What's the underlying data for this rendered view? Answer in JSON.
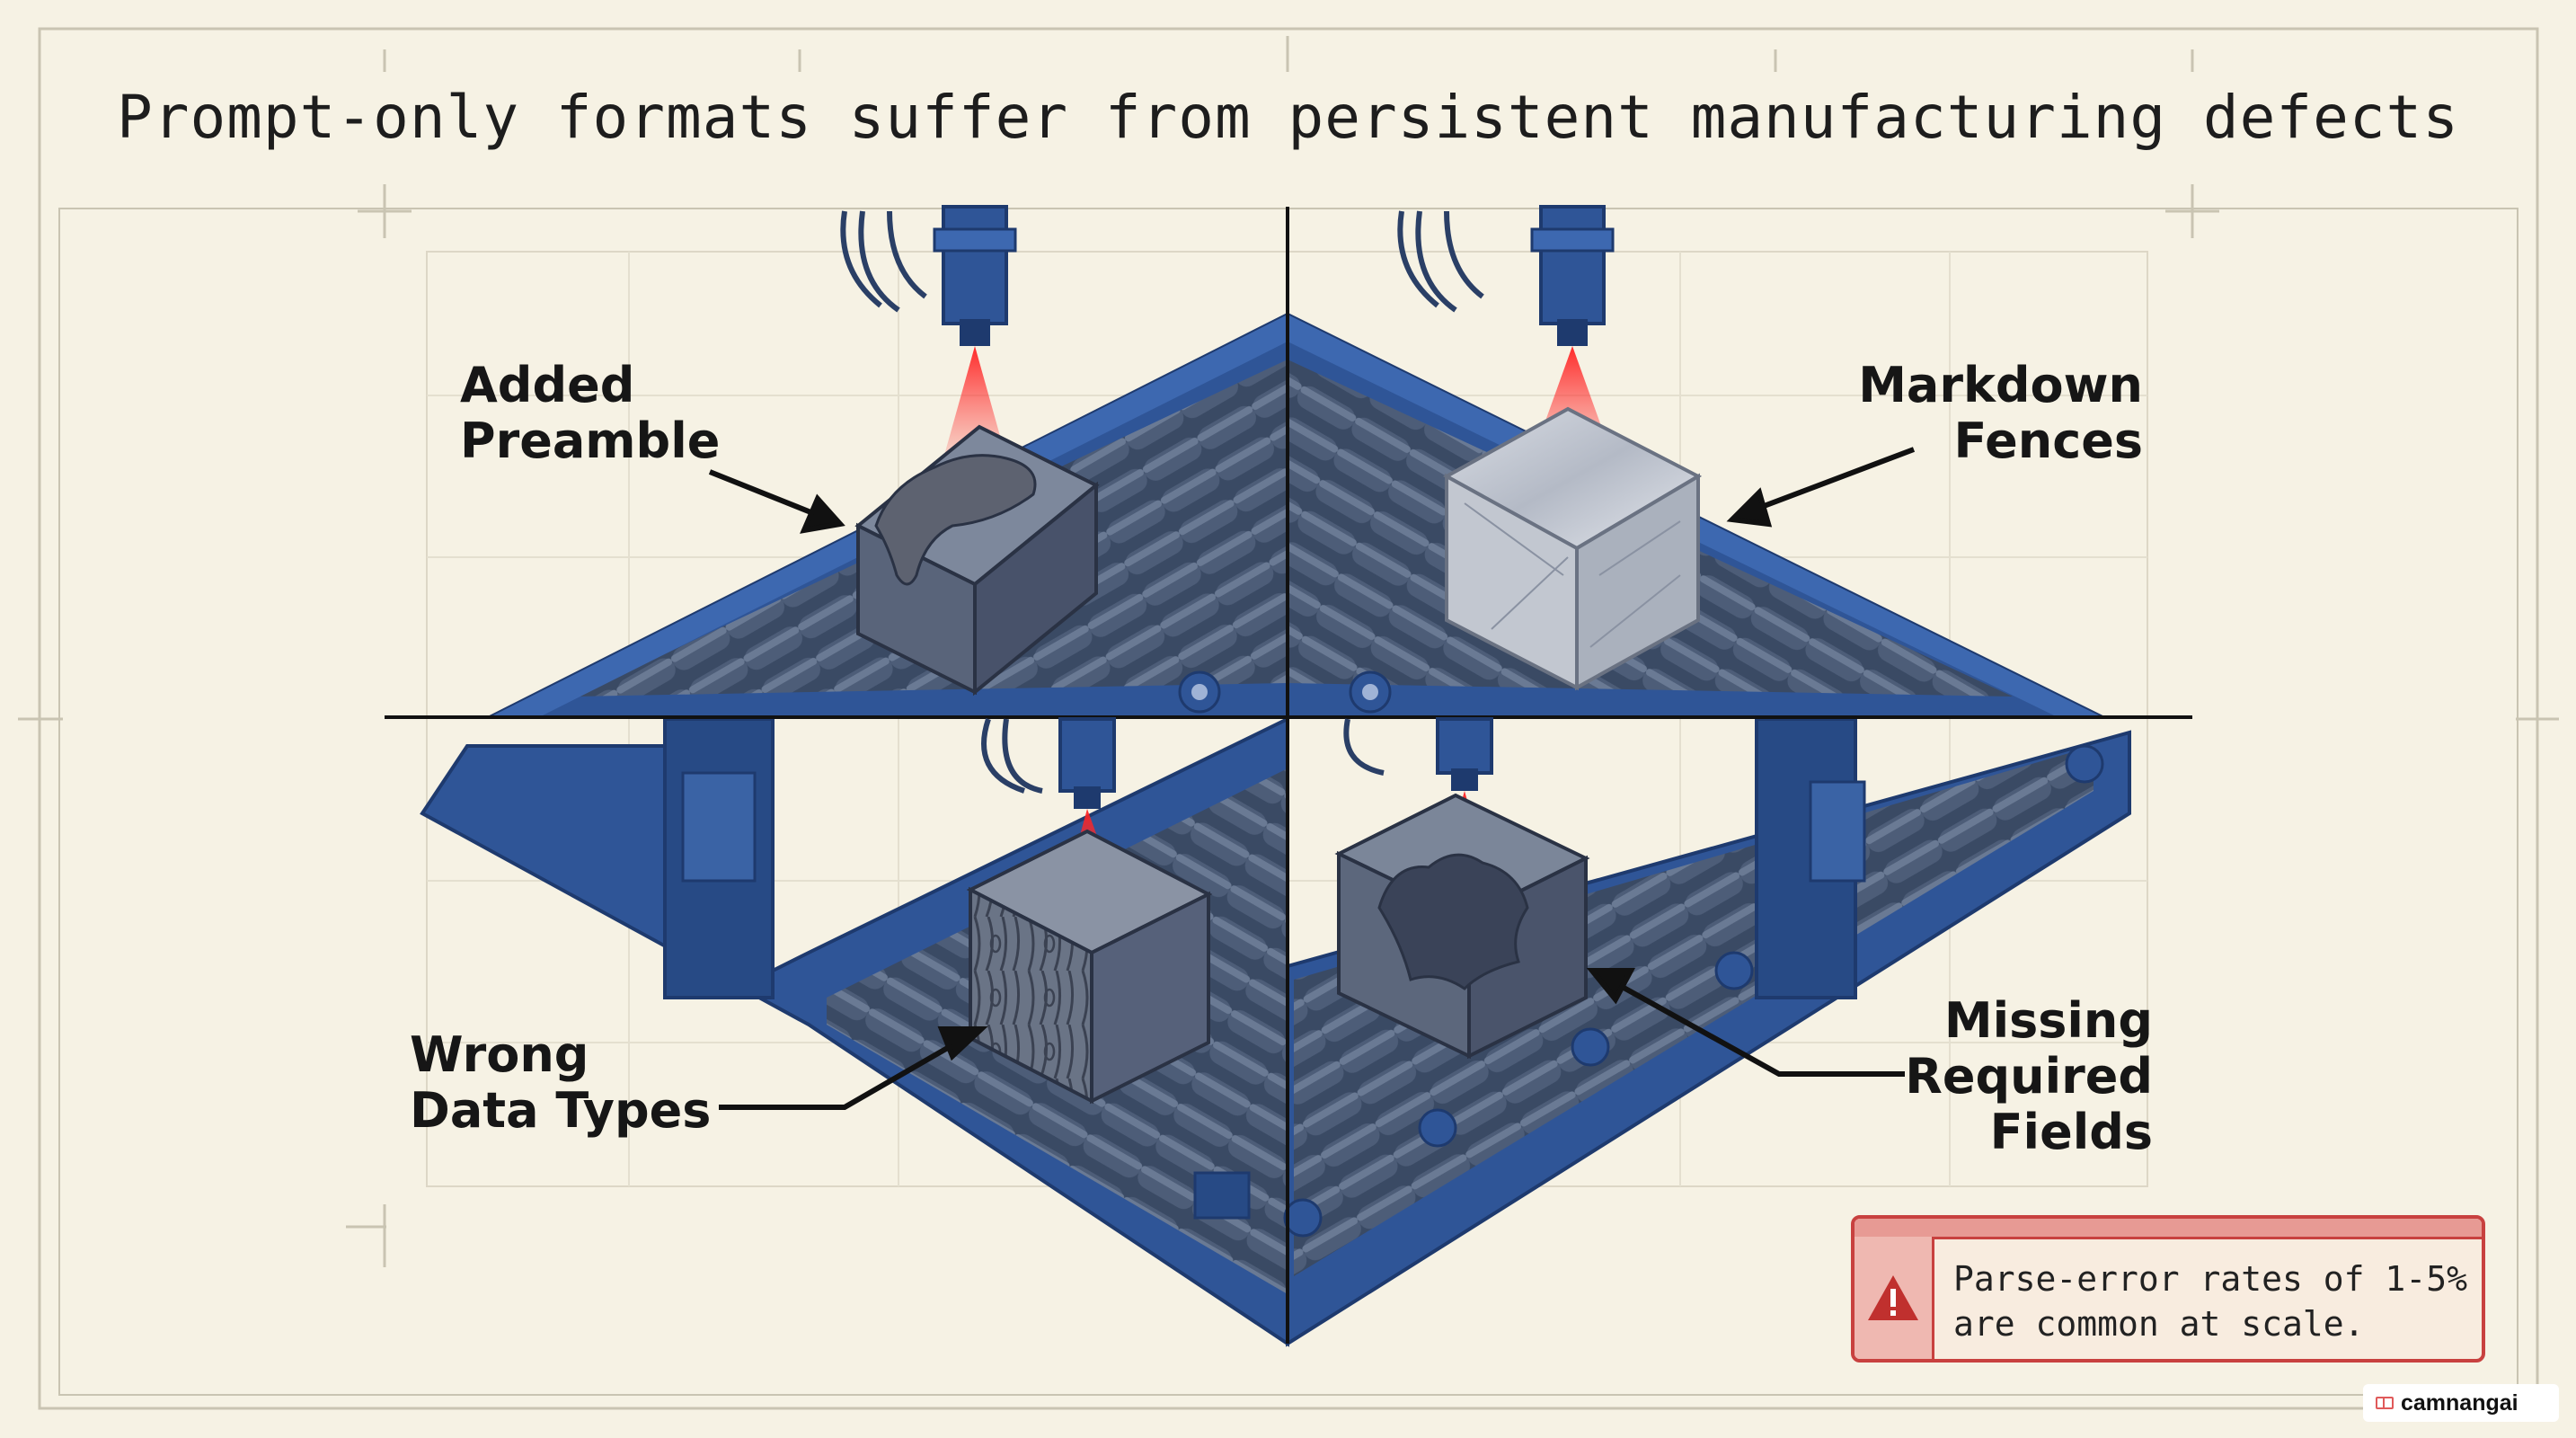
{
  "title": "Prompt-only formats suffer from persistent manufacturing defects",
  "defects": [
    {
      "lines": [
        "Added",
        "Preamble"
      ]
    },
    {
      "lines": [
        "Markdown",
        "Fences"
      ]
    },
    {
      "lines": [
        "Wrong",
        "Data Types"
      ]
    },
    {
      "lines": [
        "Missing",
        "Required",
        "Fields"
      ]
    }
  ],
  "callout": {
    "lines": [
      "Parse-error rates of 1-5%",
      "are common at scale."
    ],
    "icon": "warning-triangle-icon"
  },
  "watermark": "camnangai",
  "colors": {
    "background": "#f6f2e4",
    "conveyor": "#2f5597",
    "laser": "#e02626",
    "callout_border": "#c8413f"
  }
}
